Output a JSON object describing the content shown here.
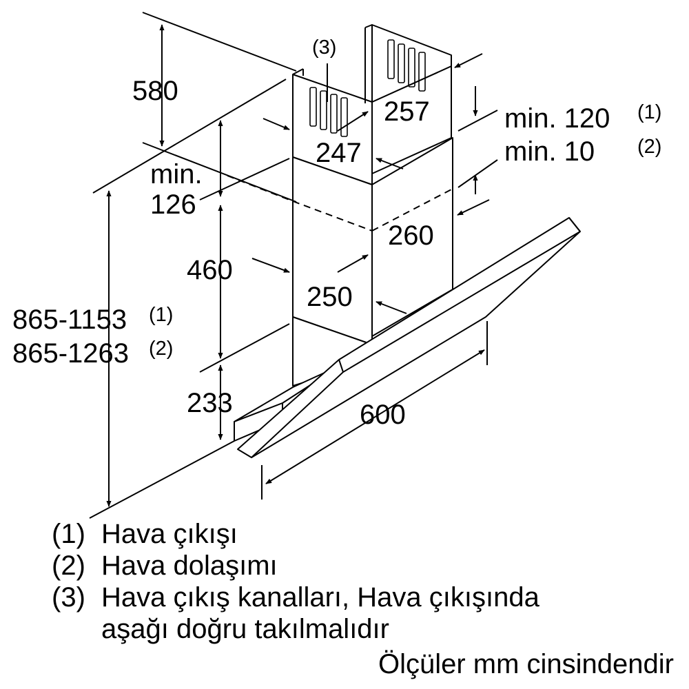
{
  "diagram": {
    "dimensions": {
      "d580": "580",
      "d257": "257",
      "d247": "247",
      "min120": "min. 120",
      "min120_note": "(1)",
      "min10": "min. 10",
      "min10_note": "(2)",
      "min126_a": "min.",
      "min126_b": "126",
      "d260": "260",
      "d460": "460",
      "d250": "250",
      "total1": "865-1153",
      "total1_note": "(1)",
      "total2": "865-1263",
      "total2_note": "(2)",
      "d233": "233",
      "d600": "600",
      "callout3": "(3)"
    },
    "legend": [
      {
        "num": "(1)",
        "text": "Hava çıkışı"
      },
      {
        "num": "(2)",
        "text": "Hava dolaşımı"
      },
      {
        "num": "(3)",
        "text": "Hava çıkış kanalları, Hava çıkışında"
      },
      {
        "num": "",
        "text": "aşağı doğru takılmalıdır"
      }
    ],
    "units_note": "Ölçüler mm cinsindendir"
  }
}
